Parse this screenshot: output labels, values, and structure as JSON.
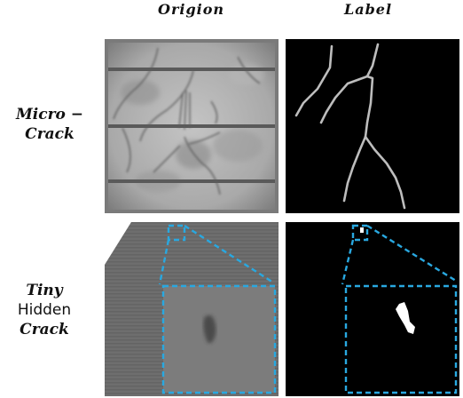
{
  "headers": {
    "origin": "Origion",
    "label": "Label"
  },
  "rows": {
    "micro_crack": {
      "line1": "Micro −",
      "line2": "Crack"
    },
    "tiny_hidden": {
      "line1": "Tiny",
      "line2": "Hidden",
      "line3": "Crack"
    }
  },
  "colors": {
    "highlight": "#29a8e0",
    "mask_bg": "#000000",
    "mask_fg": "#ffffff"
  }
}
